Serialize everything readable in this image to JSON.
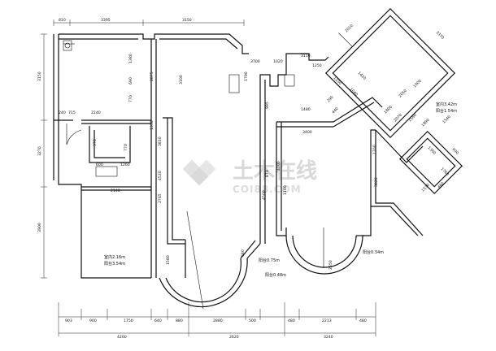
{
  "top_dims": [
    "810",
    "3395",
    "3150"
  ],
  "right_top_dims": [
    "2010",
    "3370"
  ],
  "left_dims": [
    "3150",
    "3270",
    "3900"
  ],
  "bottom_dims_row1": [
    "903",
    "900",
    "1750",
    "640",
    "880",
    "2880",
    "500",
    "480",
    "2213",
    "480"
  ],
  "bottom_dims_row2": [
    "4260",
    "2620",
    "3240"
  ],
  "interior_dims": [
    "1380",
    "3100",
    "2875",
    "690",
    "770",
    "1350",
    "3700",
    "1020",
    "1790",
    "3110",
    "1250",
    "995",
    "1480",
    "3400",
    "870",
    "1100",
    "715",
    "240",
    "2240",
    "370",
    "4520",
    "2765",
    "1580",
    "770",
    "1260",
    "600",
    "2140",
    "3810",
    "4500",
    "4000",
    "3820",
    "2550",
    "1760",
    "580",
    "1230",
    "1040",
    "290",
    "440",
    "1800",
    "2070",
    "1580",
    "1890",
    "1540",
    "1300",
    "1760",
    "990",
    "1530",
    "460",
    "2050",
    "1000",
    "1420"
  ],
  "rooms": [
    {
      "id": "room-a",
      "line1": "室内2.16m",
      "line2": "阳台3.54m"
    },
    {
      "id": "room-b",
      "line1": "室内3.42m",
      "line2": "阳台1.54m"
    }
  ],
  "arc_labels": [
    "阳台0.75m",
    "阳台0.48m",
    "阳台0.34m"
  ],
  "watermark": {
    "main": "土木在线",
    "sub": "COI88.COM"
  }
}
